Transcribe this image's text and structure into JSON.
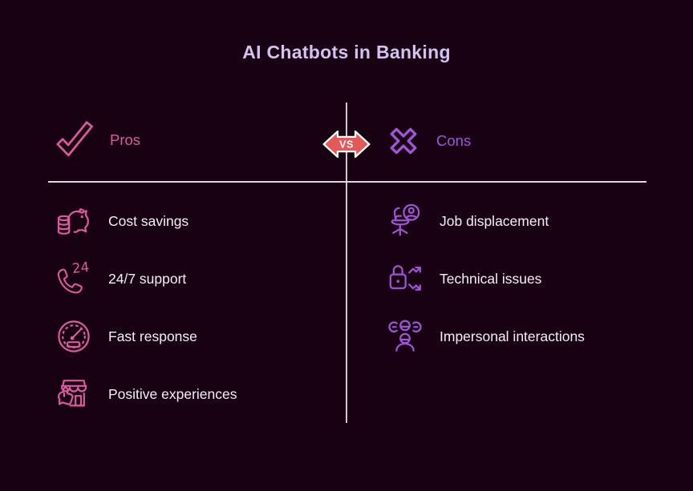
{
  "title": "AI Chatbots in Banking",
  "vs_label": "VS",
  "colors": {
    "background": "#170113",
    "title_text": "#d3c1ef",
    "pros_accent": "#dc5a9e",
    "cons_accent": "#a155d8",
    "vs_badge_fill": "#e45858",
    "vs_badge_border": "#ffffff",
    "divider": "#d5cfd8",
    "item_text": "#f4eef5"
  },
  "pros": {
    "label": "Pros",
    "icon": "checkmark-icon",
    "items": [
      {
        "label": "Cost savings",
        "icon": "piggy-bank-icon"
      },
      {
        "label": "24/7 support",
        "icon": "phone-24-icon"
      },
      {
        "label": "Fast response",
        "icon": "speedometer-icon"
      },
      {
        "label": "Positive experiences",
        "icon": "storefront-thumbs-up-icon"
      }
    ]
  },
  "cons": {
    "label": "Cons",
    "icon": "x-icon",
    "items": [
      {
        "label": "Job displacement",
        "icon": "office-chair-person-icon"
      },
      {
        "label": "Technical issues",
        "icon": "lock-arrows-icon"
      },
      {
        "label": "Impersonal interactions",
        "icon": "people-group-icon"
      }
    ]
  },
  "phone_icon_text": "24"
}
